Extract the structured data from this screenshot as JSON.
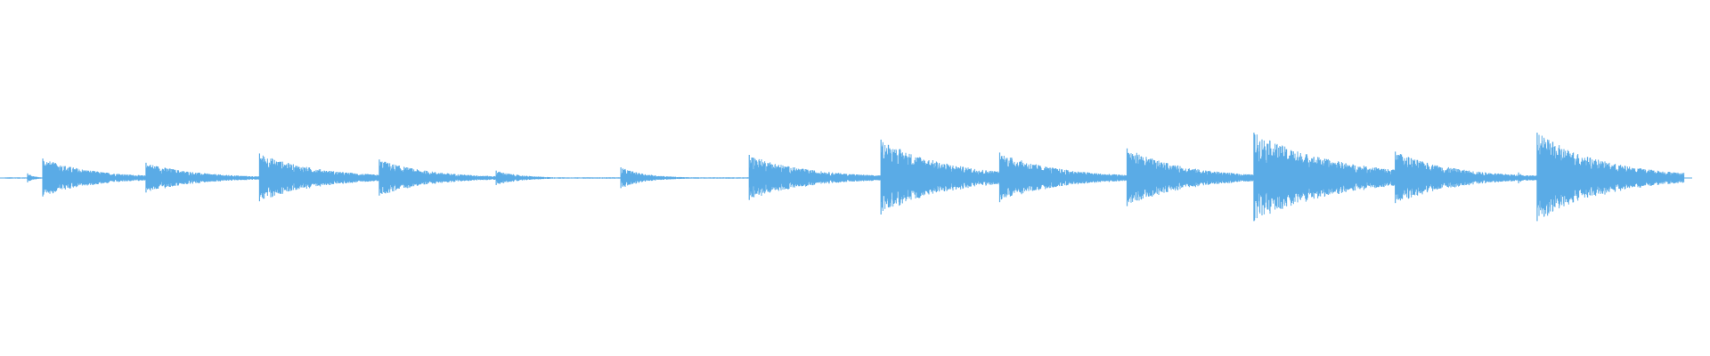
{
  "waveform": {
    "color": "#5aabe6",
    "baseline_amplitude": 0.015,
    "onsets": [
      {
        "t": 0.0132,
        "peak": 0.1,
        "decay": 0.004
      },
      {
        "t": 0.0222,
        "peak": 0.42,
        "decay": 0.03
      },
      {
        "t": 0.0673,
        "peak": 0.09,
        "decay": 0.004
      },
      {
        "t": 0.0834,
        "peak": 0.33,
        "decay": 0.03
      },
      {
        "t": 0.1507,
        "peak": 0.53,
        "decay": 0.035
      },
      {
        "t": 0.2217,
        "peak": 0.4,
        "decay": 0.03
      },
      {
        "t": 0.291,
        "peak": 0.16,
        "decay": 0.015
      },
      {
        "t": 0.3649,
        "peak": 0.23,
        "decay": 0.015
      },
      {
        "t": 0.441,
        "peak": 0.5,
        "decay": 0.035
      },
      {
        "t": 0.5191,
        "peak": 0.83,
        "decay": 0.04
      },
      {
        "t": 0.5895,
        "peak": 0.55,
        "decay": 0.035
      },
      {
        "t": 0.665,
        "peak": 0.64,
        "decay": 0.035
      },
      {
        "t": 0.7402,
        "peak": 0.98,
        "decay": 0.05
      },
      {
        "t": 0.824,
        "peak": 0.57,
        "decay": 0.035
      },
      {
        "t": 0.8971,
        "peak": 0.12,
        "decay": 0.004
      },
      {
        "t": 0.9081,
        "peak": 0.98,
        "decay": 0.04
      }
    ],
    "duration_fraction_end": 0.995
  }
}
